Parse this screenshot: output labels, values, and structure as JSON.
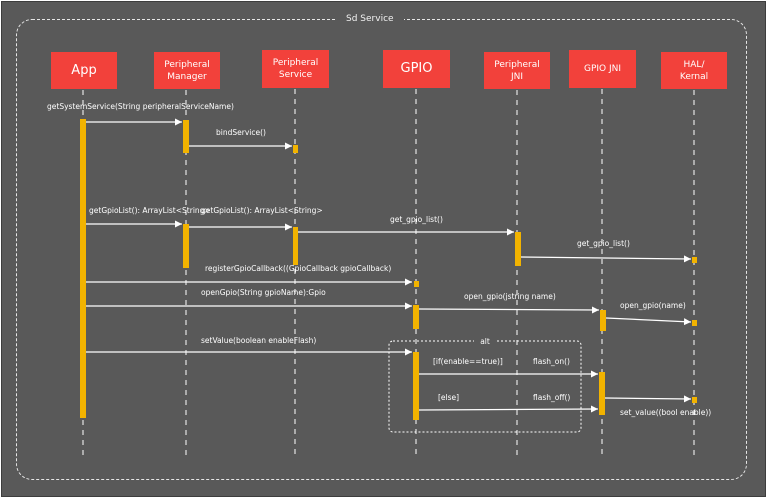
{
  "frame": {
    "title": "Sd Service"
  },
  "participants": [
    {
      "id": "app",
      "label": "App"
    },
    {
      "id": "peripheral-manager",
      "label": "Peripheral\nManager"
    },
    {
      "id": "peripheral-service",
      "label": "Peripheral\nService"
    },
    {
      "id": "gpio",
      "label": "GPIO"
    },
    {
      "id": "peripheral-jni",
      "label": "Peripheral\nJNI"
    },
    {
      "id": "gpio-jni",
      "label": "GPIO JNI"
    },
    {
      "id": "hal-kernal",
      "label": "HAL/\nKernal"
    }
  ],
  "messages": [
    {
      "id": "getSystemService",
      "text": "getSystemService(String peripheralServiceName)",
      "from": "app",
      "to": "peripheral-manager"
    },
    {
      "id": "bindService",
      "text": "bindService()",
      "from": "peripheral-manager",
      "to": "peripheral-service"
    },
    {
      "id": "getGpioList-1",
      "text": "getGpioList(): ArrayList<String>",
      "from": "app",
      "to": "peripheral-manager"
    },
    {
      "id": "getGpioList-2",
      "text": "getGpioList(): ArrayList<String>",
      "from": "peripheral-manager",
      "to": "peripheral-service"
    },
    {
      "id": "get_gpio_list-1",
      "text": "get_gpio_list()",
      "from": "peripheral-service",
      "to": "peripheral-jni"
    },
    {
      "id": "get_gpio_list-2",
      "text": "get_gpio_list()",
      "from": "peripheral-jni",
      "to": "hal-kernal"
    },
    {
      "id": "registerGpioCallback",
      "text": "registerGpioCallback((GpioCallback gpioCallback)",
      "from": "app",
      "to": "gpio"
    },
    {
      "id": "openGpio",
      "text": "openGpio(String gpioName):Gpio",
      "from": "app",
      "to": "gpio"
    },
    {
      "id": "open_gpio-1",
      "text": "open_gpio(jstring name)",
      "from": "gpio",
      "to": "gpio-jni"
    },
    {
      "id": "open_gpio-2",
      "text": "open_gpio(name)",
      "from": "gpio-jni",
      "to": "hal-kernal"
    },
    {
      "id": "setValue",
      "text": "setValue(boolean enableFlash)",
      "from": "app",
      "to": "gpio"
    },
    {
      "id": "flash_on",
      "text": "flash_on()",
      "from": "gpio",
      "to": "gpio-jni"
    },
    {
      "id": "flash_off",
      "text": "flash_off()",
      "from": "gpio",
      "to": "gpio-jni"
    },
    {
      "id": "set_value",
      "text": "set_value((bool enable))",
      "from": "gpio-jni",
      "to": "hal-kernal"
    }
  ],
  "alt_fragment": {
    "label": "alt",
    "guards": [
      "[if(enable==true)]",
      "[else]"
    ]
  },
  "colors": {
    "background": "#595959",
    "participant": "#f2413b",
    "activation": "#f2b300",
    "line": "#ffffff"
  }
}
